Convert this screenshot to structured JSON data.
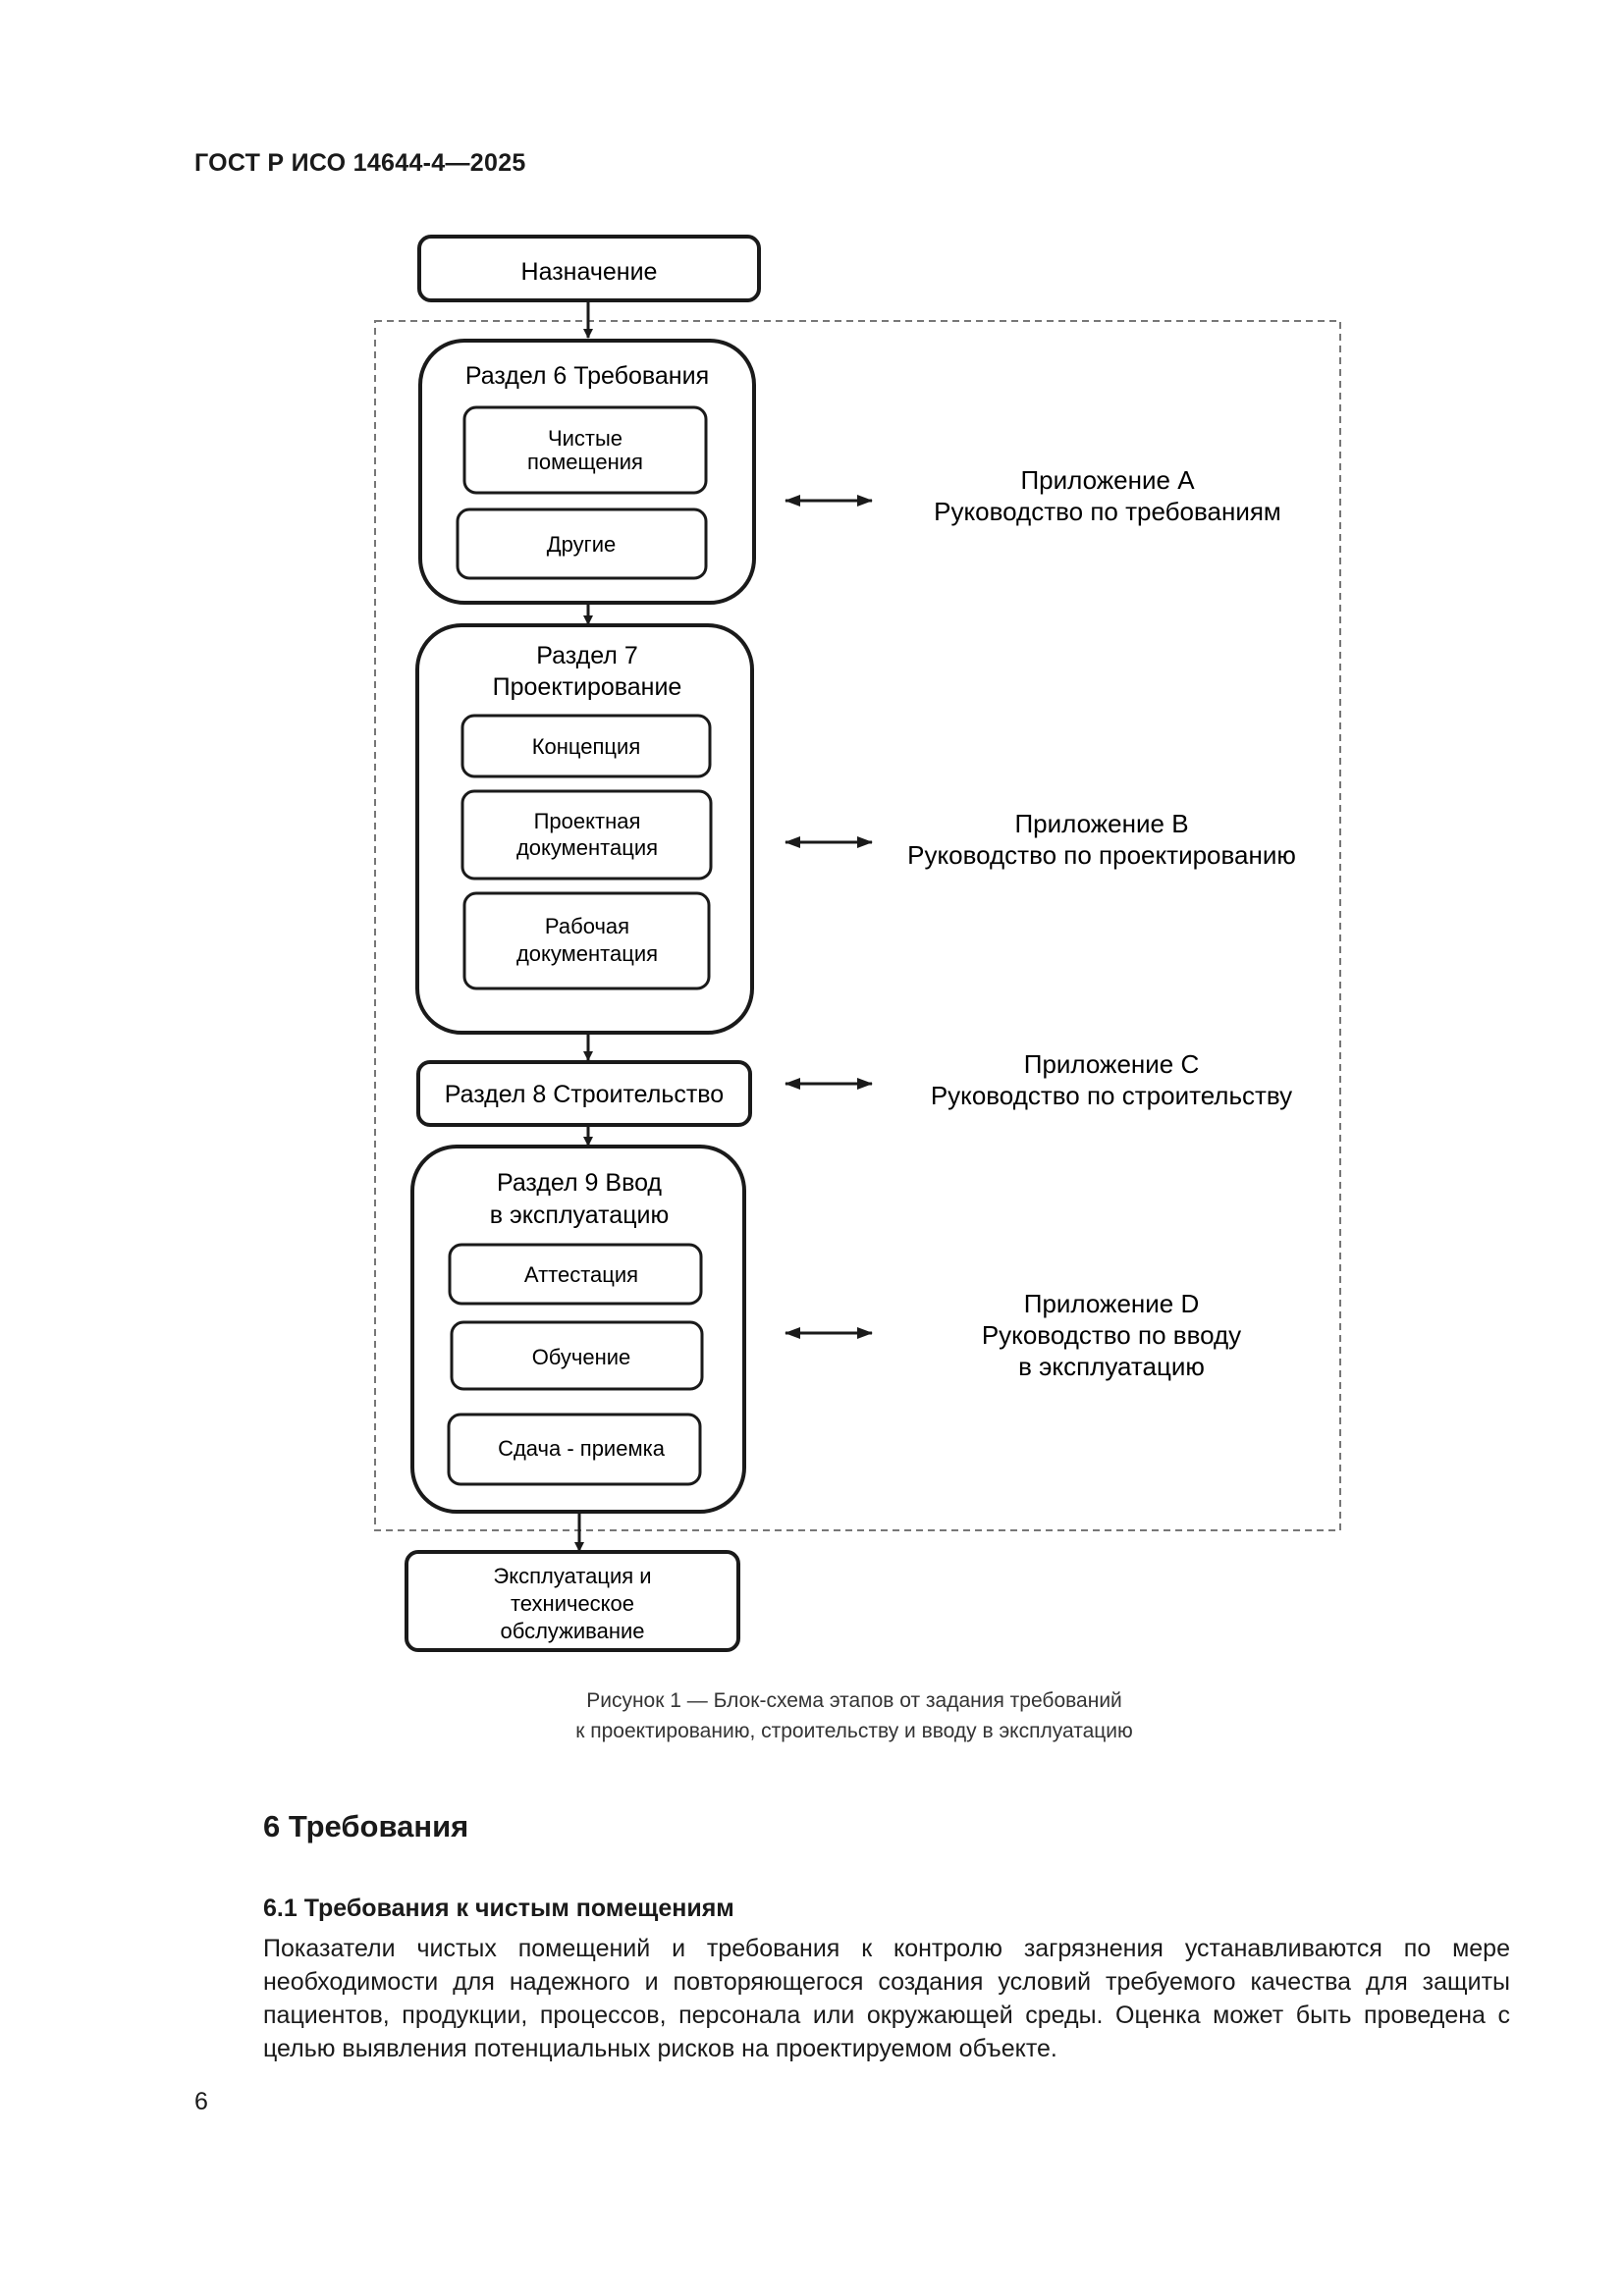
{
  "header": {
    "standard_id": "ГОСТ Р ИСО 14644-4—2025"
  },
  "diagram": {
    "top_box": "Назначение",
    "section6": {
      "title": "Раздел 6 Требования",
      "items": [
        [
          "Чистые",
          "помещения"
        ],
        [
          "Другие"
        ]
      ]
    },
    "section7": {
      "title": [
        "Раздел 7",
        "Проектирование"
      ],
      "items": [
        [
          "Концепция"
        ],
        [
          "Проектная",
          "документация"
        ],
        [
          "Рабочая",
          "документация"
        ]
      ]
    },
    "section8": {
      "title": "Раздел 8 Строительство"
    },
    "section9": {
      "title": [
        "Раздел 9 Ввод",
        "в эксплуатацию"
      ],
      "items": [
        [
          "Аттестация"
        ],
        [
          "Обучение"
        ],
        [
          "Сдача - приемка"
        ]
      ]
    },
    "bottom_box": [
      "Эксплуатация и",
      "техническое",
      "обслуживание"
    ],
    "annexes": [
      [
        "Приложение А",
        "Руководство по требованиям"
      ],
      [
        "Приложение В",
        "Руководство по проектированию"
      ],
      [
        "Приложение С",
        "Руководство по строительству"
      ],
      [
        "Приложение D",
        "Руководство по вводу",
        "в эксплуатацию"
      ]
    ]
  },
  "caption": {
    "line1": "Рисунок 1 — Блок-схема этапов от задания требований",
    "line2": "к проектированию, строительству и вводу в эксплуатацию"
  },
  "section": {
    "title": "6 Требования"
  },
  "subsection": {
    "title": "6.1 Требования к чистым помещениям"
  },
  "paragraph": {
    "lines": [
      "Показатели чистых помещений и требования к контролю загрязнения устанавливаются по мере",
      "необходимости для надежного и повторяющегося создания условий требуемого качества для защиты",
      "пациентов, продукции, процессов, персонала или окружающей среды. Оценка может быть проведена с",
      "целью выявления потенциальных рисков на проектируемом объекте."
    ]
  },
  "footer": {
    "page_number": "6"
  }
}
